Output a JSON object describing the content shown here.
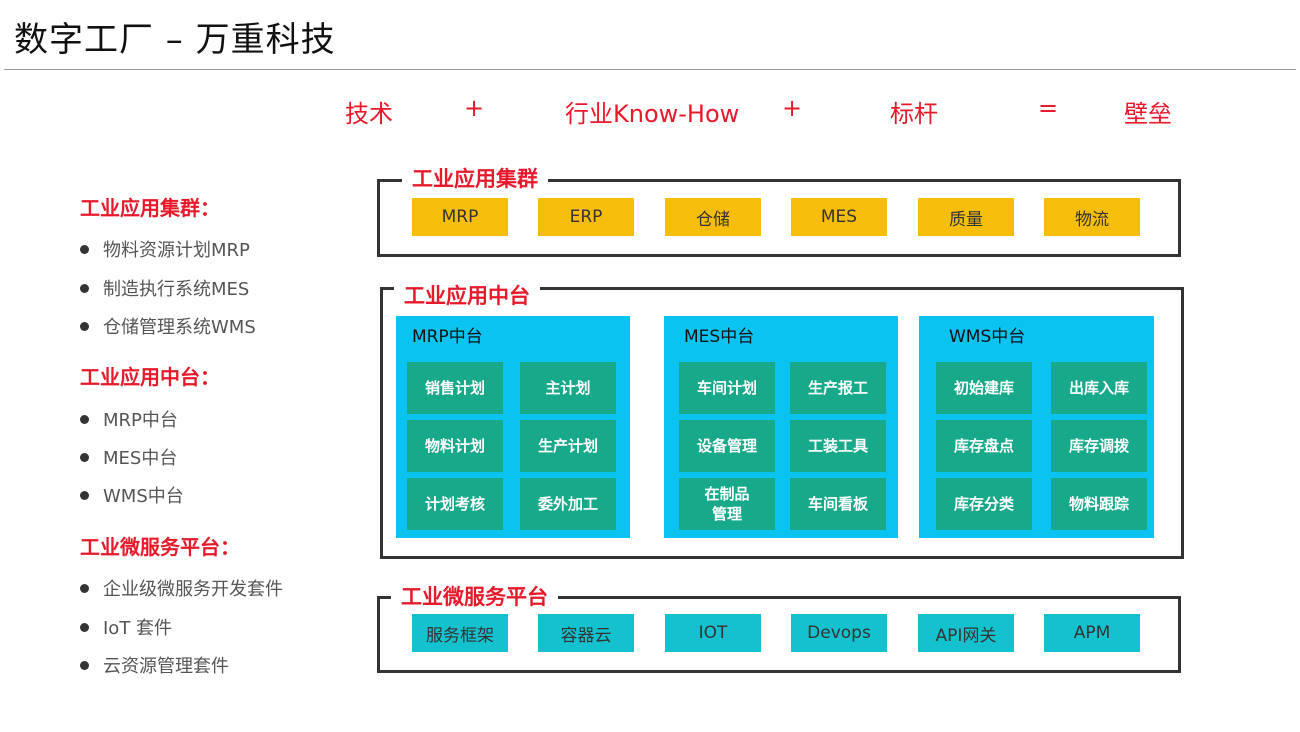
{
  "page_title": "数字工厂 – 万重科技",
  "formula": {
    "t1": "技术",
    "op1": "+",
    "t2": "行业Know-How",
    "op2": "+",
    "t3": "标杆",
    "op3": "=",
    "t4": "壁垒"
  },
  "sidebar": {
    "sections": [
      {
        "heading": "工业应用集群：",
        "items": [
          "物料资源计划MRP",
          "制造执行系统MES",
          "仓储管理系统WMS"
        ]
      },
      {
        "heading": "工业应用中台：",
        "items": [
          "MRP中台",
          "MES中台",
          "WMS中台"
        ]
      },
      {
        "heading": "工业微服务平台：",
        "items": [
          "企业级微服务开发套件",
          "IoT 套件",
          "云资源管理套件"
        ]
      }
    ]
  },
  "cluster": {
    "label": "工业应用集群",
    "items": [
      "MRP",
      "ERP",
      "仓储",
      "MES",
      "质量",
      "物流"
    ],
    "color": "#f7bd0b"
  },
  "middle": {
    "label": "工业应用中台",
    "panels": [
      {
        "title": "MRP中台",
        "cells": [
          "销售计划",
          "主计划",
          "物料计划",
          "生产计划",
          "计划考核",
          "委外加工"
        ]
      },
      {
        "title": "MES中台",
        "cells": [
          "车间计划",
          "生产报工",
          "设备管理",
          "工装工具",
          "在制品\n管理",
          "车间看板"
        ]
      },
      {
        "title": "WMS中台",
        "cells": [
          "初始建库",
          "出库入库",
          "库存盘点",
          "库存调拨",
          "库存分类",
          "物料跟踪"
        ]
      }
    ],
    "panel_color": "#0ac3f1",
    "cell_color": "#17a989"
  },
  "micro": {
    "label": "工业微服务平台",
    "items": [
      "服务框架",
      "容器云",
      "IOT",
      "Devops",
      "API网关",
      "APM"
    ],
    "color": "#13c2ce"
  },
  "accent_color": "#e8192b"
}
